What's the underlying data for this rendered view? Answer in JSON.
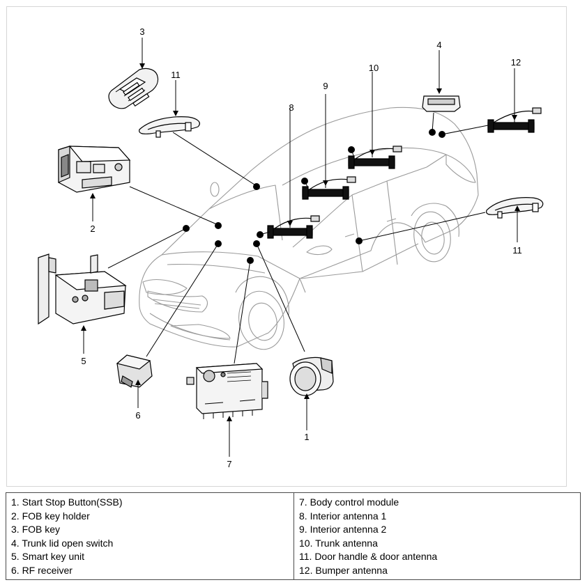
{
  "callout_labels": {
    "c1": "1",
    "c2": "2",
    "c3": "3",
    "c4": "4",
    "c5": "5",
    "c6": "6",
    "c7": "7",
    "c8": "8",
    "c9": "9",
    "c10": "10",
    "c11a": "11",
    "c11b": "11",
    "c12": "12"
  },
  "legend": {
    "left": [
      "1. Start Stop Button(SSB)",
      "2. FOB key holder",
      "3. FOB key",
      "4. Trunk lid open switch",
      "5. Smart key unit",
      "6. RF receiver"
    ],
    "right": [
      "7. Body control module",
      "8. Interior antenna 1",
      "9. Interior antenna 2",
      "10. Trunk antenna",
      "11. Door handle & door antenna",
      "12. Bumper antenna"
    ]
  }
}
